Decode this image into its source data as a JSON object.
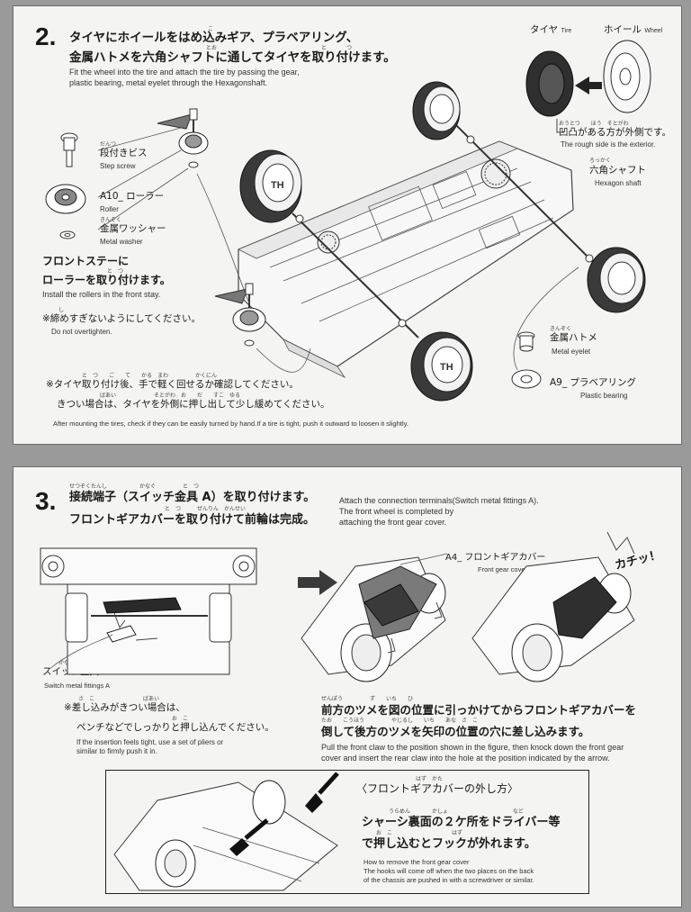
{
  "step2": {
    "number": "2.",
    "title_line1": "タイヤにホイールをはめ込みギア、プラベアリング、",
    "title_line2": "金属ハトメを六角シャフトに通してタイヤを取り付けます。",
    "ruby_komi": "こ",
    "ruby_toori": "とお",
    "ruby_to": "と",
    "ruby_tsu": "つ",
    "english_line1": "Fit the wheel into the tire and attach the tire by passing the gear,",
    "english_line2": "plastic bearing, metal eyelet through the Hexagonshaft.",
    "tire_label": "タイヤ",
    "tire_en": "Tire",
    "wheel_label": "ホイール",
    "wheel_en": "Wheel",
    "rough_side_ruby": "おうとつ　　ほう　そとがわ",
    "rough_side": "凹凸がある方が外側です。",
    "rough_side_en": "The rough side is the exterior.",
    "hex_ruby": "ろっかく",
    "hex_label": "六角シャフト",
    "hex_en": "Hexagon shaft",
    "step_screw_ruby": "だんつ",
    "step_screw": "段付きビス",
    "step_screw_en": "Step screw",
    "roller": "A10_ ローラー",
    "roller_en": "Roller",
    "washer_ruby": "きんぞく",
    "washer": "金属ワッシャー",
    "washer_en": "Metal washer",
    "front_stay_line1": "フロントステーに",
    "front_stay_line2": "ローラーを取り付けます。",
    "front_stay_ruby": "と　つ",
    "front_stay_en": "Install the rollers in the front stay.",
    "overtight_ruby": "し",
    "overtight": "※締めすぎないようにしてください。",
    "overtight_en": "Do not overtighten.",
    "eyelet_ruby": "きんぞく",
    "eyelet": "金属ハトメ",
    "eyelet_en": "Metal eyelet",
    "bearing": "A9_ プラベアリング",
    "bearing_en": "Plastic bearing",
    "note1_ruby": "と　つ　　ご　　て　　かる　まわ　　　　　かくにん",
    "note1": "※タイヤ取り付け後、手で軽く回せるか確認してください。",
    "note2_ruby": "ばあい　　　　　　　そとがわ　お　　だ　　すこ　ゆる",
    "note2": "きつい場合は、タイヤを外側に押し出して少し緩めてください。",
    "note_en": "After mounting the tires, check if they can be easily turned by hand.If a tire is tight, push it outward to loosen it slightly."
  },
  "step3": {
    "number": "3.",
    "title_ruby1": "せつぞくたんし　　　　　　かなぐ　　　　　と　つ",
    "title_line1": "接続端子（スイッチ金具 A）を取り付けます。",
    "title_ruby2": "と　つ　　　ぜんりん　かんせい",
    "title_line2": "フロントギアカバーを取り付けて前輪は完成。",
    "english_line1": "Attach the connection terminals(Switch metal fittings A).",
    "english_line2": "The front wheel is completed by",
    "english_line3": "attaching the front gear cover.",
    "gear_cover": "A4_ フロントギアカバー",
    "gear_cover_en": "Front gear cover",
    "click_sound": "カチッ！",
    "switch_ruby": "かなぐ",
    "switch_label": "スイッチ金具 A",
    "switch_en": "Switch metal fittings A",
    "insert_ruby": "さ　こ　　　　　　　　　ばあい",
    "insert_line1": "※差し込みがきつい場合は、",
    "insert_ruby2": "お　こ",
    "insert_line2": "ペンチなどでしっかりと押し込んでください。",
    "insert_en1": "If the insertion feels tight, use a set of pliers or",
    "insert_en2": "similar to firmly push it in.",
    "claw_ruby1": "ぜんぽう　　　　　ず　　いち　　ひ",
    "claw_line1": "前方のツメを図の位置に引っかけてからフロントギアカバーを",
    "claw_ruby2": "たお　　こうほう　　　　　やじるし　　いち　　あな　さ　こ",
    "claw_line2": "倒して後方のツメを矢印の位置の穴に差し込みます。",
    "claw_en1": "Pull the front claw to the position shown in the figure, then knock down the front gear",
    "claw_en2": "cover and insert the rear claw into the hole at the position indicated by the arrow.",
    "remove_ruby": "はず　かた",
    "remove_title": "〈フロントギアカバーの外し方〉",
    "remove_ruby1": "うらめん　　　　かしょ　　　　　　　　　　　　など",
    "remove_line1": "シャーシ裏面の２ケ所をドライバー等",
    "remove_ruby2": "お　こ　　　　　　　　　　　はず",
    "remove_line2": "で押し込むとフックが外れます。",
    "remove_en1": "How to remove the front gear cover",
    "remove_en2": "The hooks will come off when the two places on the back",
    "remove_en3": "of the chassis are pushed in with a screwdriver or similar."
  }
}
